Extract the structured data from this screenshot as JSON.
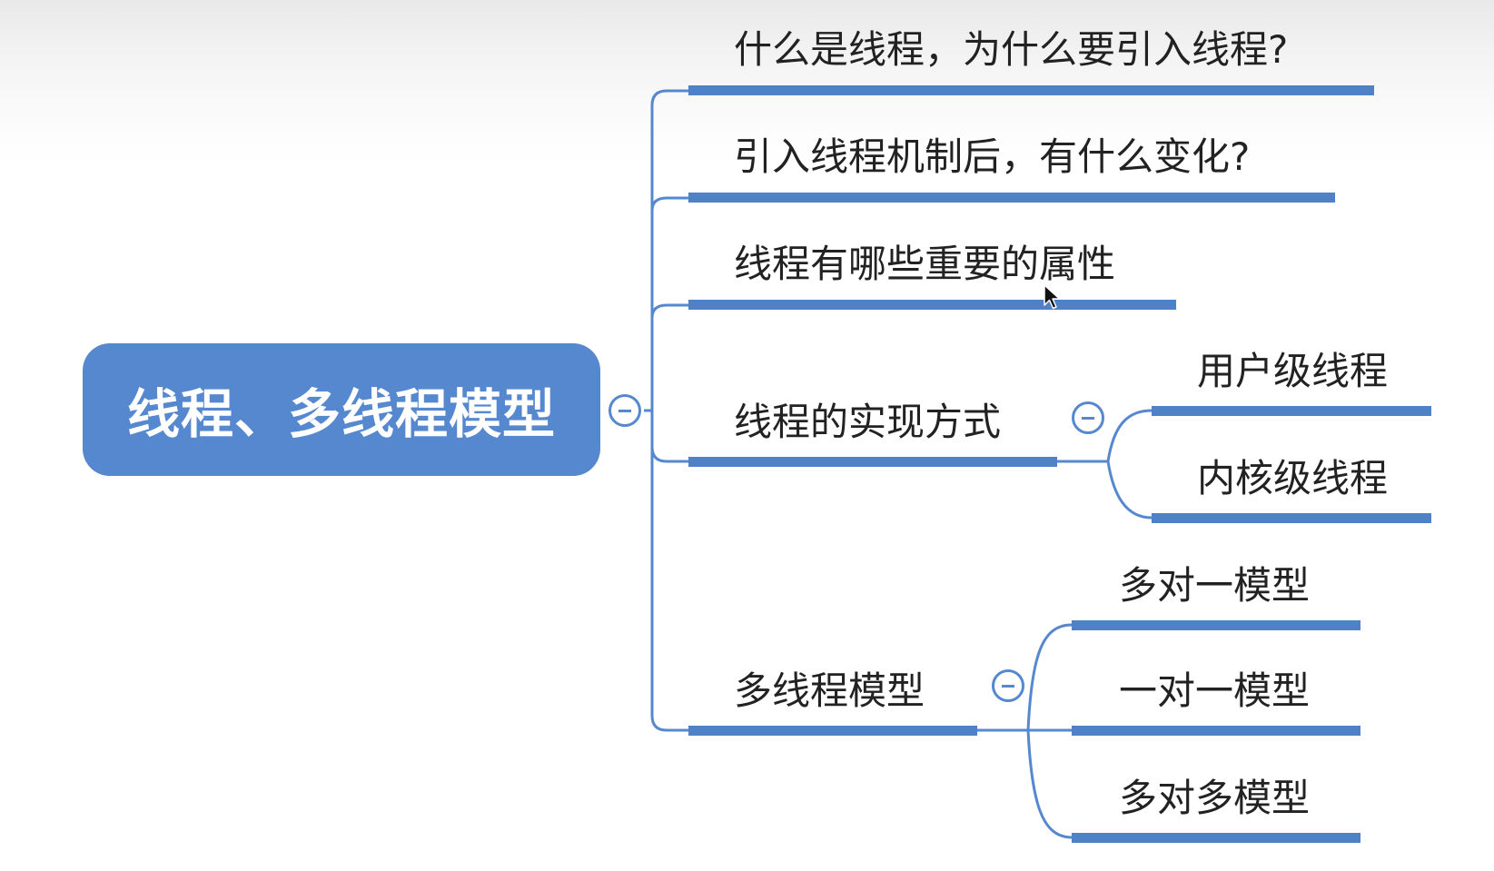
{
  "mindmap": {
    "root": {
      "label": "线程、多线程模型"
    },
    "branches": [
      {
        "label": "什么是线程，为什么要引入线程?"
      },
      {
        "label": "引入线程机制后，有什么变化?"
      },
      {
        "label": "线程有哪些重要的属性"
      },
      {
        "label": "线程的实现方式",
        "children": [
          {
            "label": "用户级线程"
          },
          {
            "label": "内核级线程"
          }
        ]
      },
      {
        "label": "多线程模型",
        "children": [
          {
            "label": "多对一模型"
          },
          {
            "label": "一对一模型"
          },
          {
            "label": "多对多模型"
          }
        ]
      }
    ],
    "colors": {
      "root_fill": "#5688cf",
      "line": "#4f81c7",
      "text": "#222222"
    },
    "icons": {
      "collapse": "collapse-minus-icon",
      "pointer": "mouse-pointer-icon"
    }
  }
}
